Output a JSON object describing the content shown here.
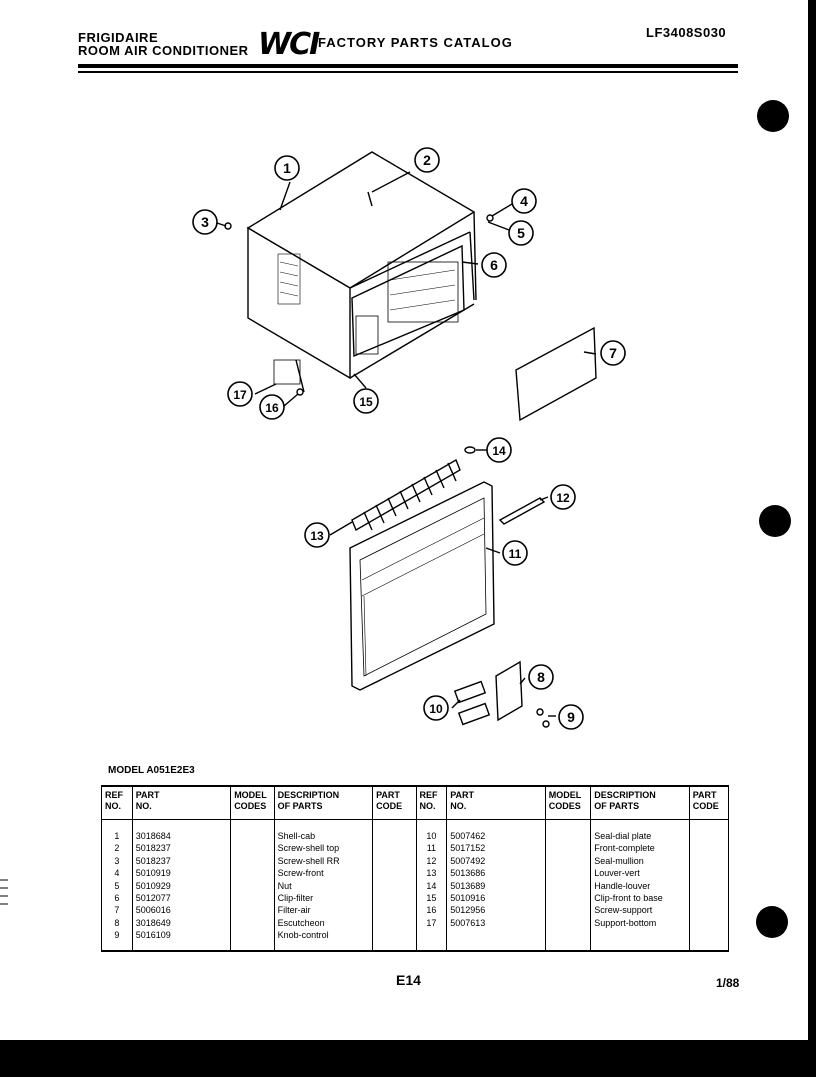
{
  "header": {
    "brand": "FRIGIDAIRE",
    "product": "ROOM AIR CONDITIONER",
    "logo": "WCI",
    "catalog_title": "FACTORY PARTS CATALOG",
    "catalog_number": "LF3408S030"
  },
  "callouts": [
    "1",
    "2",
    "3",
    "4",
    "5",
    "6",
    "7",
    "8",
    "9",
    "10",
    "11",
    "12",
    "13",
    "14",
    "15",
    "16",
    "17"
  ],
  "model_line": "MODEL A051E2E3",
  "table": {
    "headers": {
      "ref": [
        "REF",
        "NO."
      ],
      "part": [
        "PART",
        "NO."
      ],
      "model": [
        "MODEL",
        "CODES"
      ],
      "desc": [
        "DESCRIPTION",
        "OF PARTS"
      ],
      "code": [
        "PART",
        "CODE"
      ]
    },
    "rows": [
      {
        "l_ref": "1",
        "l_part": "3018684",
        "l_desc": "Shell-cab",
        "r_ref": "10",
        "r_part": "5007462",
        "r_desc": "Seal-dial plate"
      },
      {
        "l_ref": "2",
        "l_part": "5018237",
        "l_desc": "Screw-shell top",
        "r_ref": "11",
        "r_part": "5017152",
        "r_desc": "Front-complete"
      },
      {
        "l_ref": "3",
        "l_part": "5018237",
        "l_desc": "Screw-shell RR",
        "r_ref": "12",
        "r_part": "5007492",
        "r_desc": "Seal-mullion"
      },
      {
        "l_ref": "4",
        "l_part": "5010919",
        "l_desc": "Screw-front",
        "r_ref": "13",
        "r_part": "5013686",
        "r_desc": "Louver-vert"
      },
      {
        "l_ref": "5",
        "l_part": "5010929",
        "l_desc": "Nut",
        "r_ref": "14",
        "r_part": "5013689",
        "r_desc": "Handle-louver"
      },
      {
        "l_ref": "6",
        "l_part": "5012077",
        "l_desc": "Clip-filter",
        "r_ref": "15",
        "r_part": "5010916",
        "r_desc": "Clip-front to base"
      },
      {
        "l_ref": "7",
        "l_part": "5006016",
        "l_desc": "Filter-air",
        "r_ref": "16",
        "r_part": "5012956",
        "r_desc": "Screw-support"
      },
      {
        "l_ref": "8",
        "l_part": "3018649",
        "l_desc": "Escutcheon",
        "r_ref": "17",
        "r_part": "5007613",
        "r_desc": "Support-bottom"
      },
      {
        "l_ref": "9",
        "l_part": "5016109",
        "l_desc": "Knob-control",
        "r_ref": "",
        "r_part": "",
        "r_desc": ""
      }
    ]
  },
  "footer": {
    "page": "E14",
    "date": "1/88"
  }
}
